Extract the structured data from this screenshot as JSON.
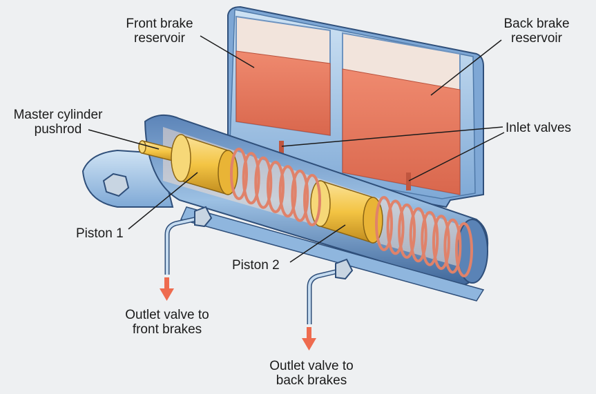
{
  "labels": {
    "front_reservoir": "Front brake\nreservoir",
    "back_reservoir": "Back brake\nreservoir",
    "pushrod": "Master cylinder\npushrod",
    "inlet_valves": "Inlet valves",
    "piston1": "Piston 1",
    "piston2": "Piston 2",
    "outlet_front": "Outlet valve to\nfront brakes",
    "outlet_back": "Outlet valve to\nback brakes"
  },
  "colors": {
    "background": "#eef0f2",
    "housing_blue": "#a9cbe8",
    "housing_dark": "#4f79a8",
    "fluid": "#e4745a",
    "piston_gold": "#f0c24a",
    "spring_copper": "#e0826a",
    "arrow": "#ee6b4f",
    "leader": "#1b1b1b"
  }
}
